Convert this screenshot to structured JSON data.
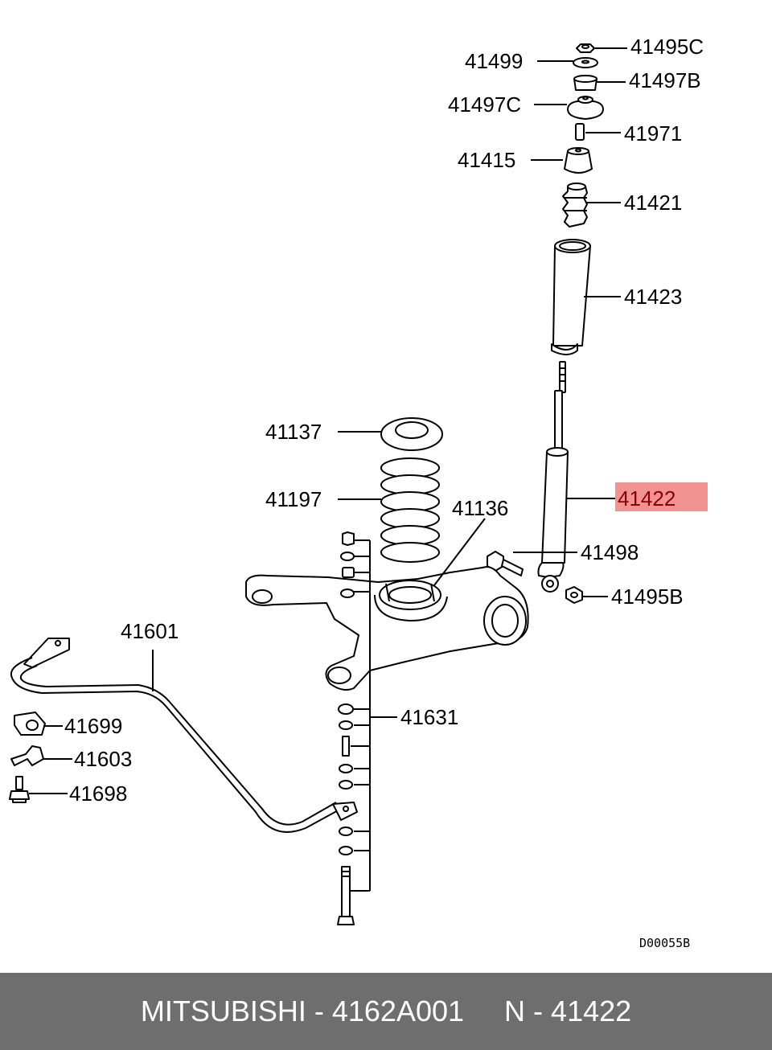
{
  "labels": {
    "p41495c": "41495C",
    "p41499": "41499",
    "p41497b": "41497B",
    "p41497c": "41497C",
    "p41971": "41971",
    "p41415": "41415",
    "p41421": "41421",
    "p41423": "41423",
    "p41137": "41137",
    "p41197": "41197",
    "p41136": "41136",
    "p41422": "41422",
    "p41498": "41498",
    "p41495b": "41495B",
    "p41601": "41601",
    "p41631": "41631",
    "p41699": "41699",
    "p41603": "41603",
    "p41698": "41698"
  },
  "diagram_code": "D00055B",
  "highlight": {
    "part": "41422",
    "color": "#f08080",
    "text_color": "#8b0000"
  },
  "footer": {
    "brand": "MITSUBISHI",
    "separator": " - ",
    "part_number": "4162A001",
    "n_label": "N",
    "n_value": "41422"
  },
  "colors": {
    "footer_bg": "#6e6e6e",
    "footer_text": "#ffffff"
  }
}
